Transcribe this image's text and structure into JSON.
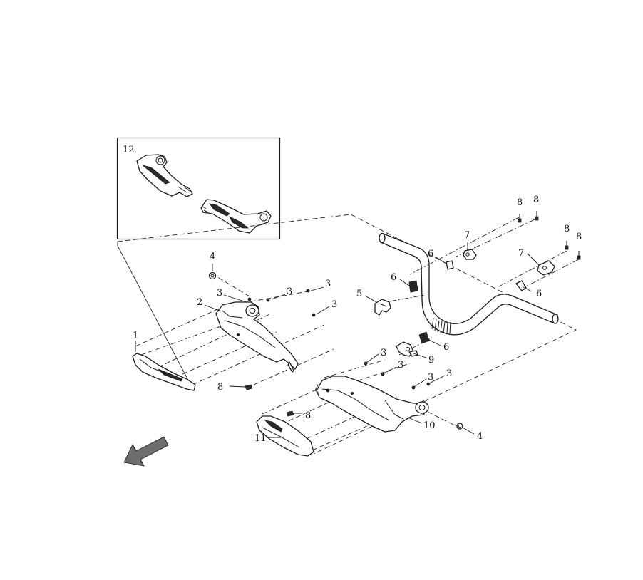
{
  "callouts": {
    "c1": "1",
    "c2": "2",
    "c3a": "3",
    "c3b": "3",
    "c3c": "3",
    "c3d": "3",
    "c3e": "3",
    "c3f": "3",
    "c3g": "3",
    "c3h": "3",
    "c4a": "4",
    "c4b": "4",
    "c5": "5",
    "c6a": "6",
    "c6b": "6",
    "c6c": "6",
    "c6d": "6",
    "c7a": "7",
    "c7b": "7",
    "c8a": "8",
    "c8b": "8",
    "c8c": "8",
    "c8d": "8",
    "c8e": "8",
    "c8f": "8",
    "c9": "9",
    "c10": "10",
    "c11": "11",
    "c12": "12"
  },
  "icons": {
    "direction": "front-direction-arrow-icon"
  },
  "colors": {
    "line": "#1a1a1a",
    "background": "#ffffff"
  }
}
